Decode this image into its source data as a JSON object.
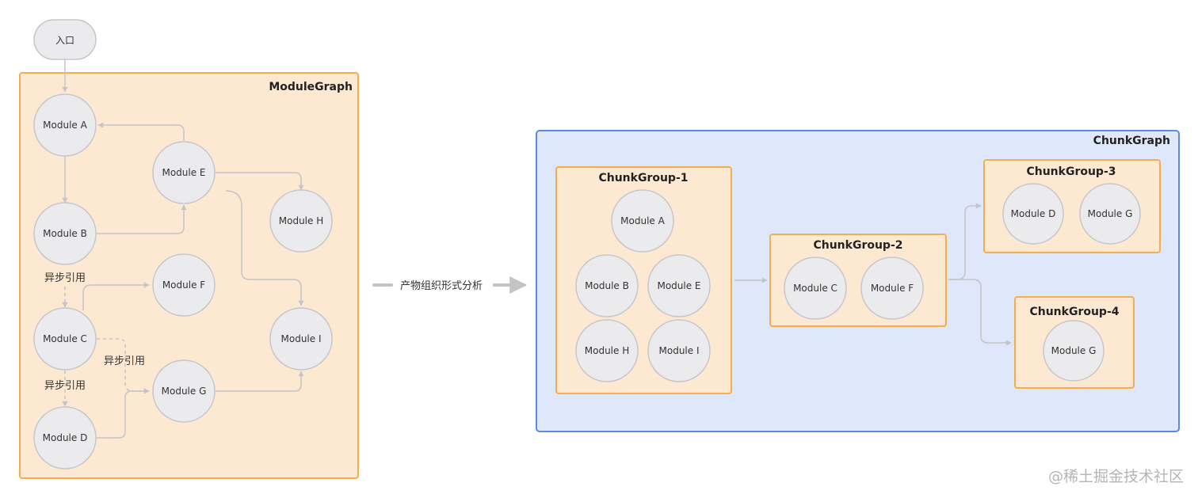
{
  "colors": {
    "module_graph_fill": "#fde9d2",
    "module_graph_stroke": "#f6ad50",
    "chunk_graph_fill": "#dfe8fb",
    "chunk_graph_stroke": "#5b8ae0",
    "chunk_group_fill": "#fde9d2",
    "chunk_group_stroke": "#f6ad50",
    "node_fill": "#ebebee",
    "node_stroke": "#c5c5cc",
    "edge": "#c4c4c8",
    "transform_arrow": "#c4c4c4"
  },
  "module_graph": {
    "title": "ModuleGraph",
    "entry_label": "入口",
    "modules": {
      "a": "Module A",
      "b": "Module B",
      "c": "Module C",
      "d": "Module D",
      "e": "Module E",
      "f": "Module F",
      "g": "Module G",
      "h": "Module H",
      "i": "Module I"
    },
    "async_labels": [
      "异步引用",
      "异步引用",
      "异步引用"
    ]
  },
  "transform": {
    "label": "产物组织形式分析"
  },
  "chunk_graph": {
    "title": "ChunkGraph",
    "groups": [
      {
        "title": "ChunkGroup-1",
        "modules": [
          "Module A",
          "Module B",
          "Module E",
          "Module H",
          "Module I"
        ]
      },
      {
        "title": "ChunkGroup-2",
        "modules": [
          "Module C",
          "Module F"
        ]
      },
      {
        "title": "ChunkGroup-3",
        "modules": [
          "Module D",
          "Module G"
        ]
      },
      {
        "title": "ChunkGroup-4",
        "modules": [
          "Module G"
        ]
      }
    ]
  },
  "watermark": {
    "brand": "@稀土掘金技术社区"
  }
}
